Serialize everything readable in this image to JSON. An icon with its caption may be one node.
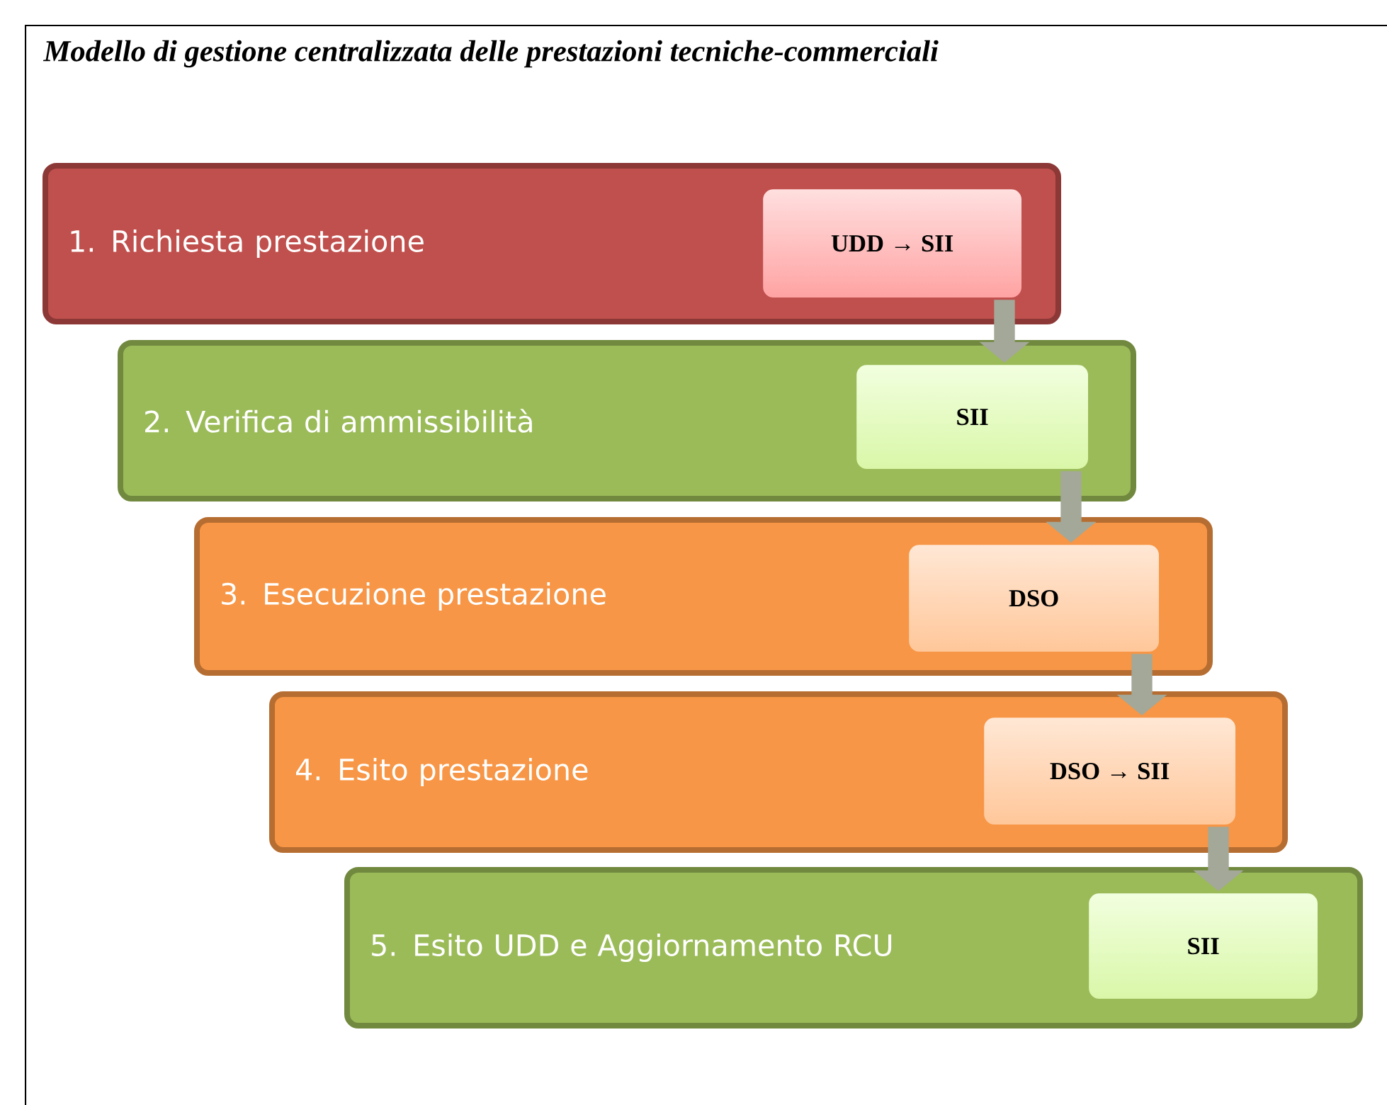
{
  "diagram": {
    "title": "Modello di gestione centralizzata delle prestazioni tecniche-commerciali",
    "nodes": [
      {
        "text": [
          "1. Richiesta prestazione"
        ]
      },
      {
        "text": [
          "2. Verifica di ammissibilità"
        ]
      },
      {
        "text": [
          "3. Esecuzione prestazione"
        ]
      },
      {
        "text": [
          "4. Esito prestazione"
        ]
      },
      {
        "text": [
          "5. Esito UDD e Aggiornamento RCU"
        ]
      },
      {
        "text": [
          "UDD → SII"
        ],
        "in": 0
      },
      {
        "text": [
          "SII"
        ],
        "in": 1
      },
      {
        "text": [
          "DSO"
        ],
        "in": 2
      },
      {
        "text": [
          "DSO → SII"
        ],
        "in": 3
      },
      {
        "text": [
          "SII"
        ],
        "in": 4
      }
    ],
    "edges": [
      {
        "from": 5,
        "to": 6,
        "arrow": "to"
      },
      {
        "from": 6,
        "to": 7,
        "arrow": "to"
      },
      {
        "from": 7,
        "to": 8,
        "arrow": "to"
      },
      {
        "from": 8,
        "to": 9,
        "arrow": "to"
      }
    ]
  }
}
